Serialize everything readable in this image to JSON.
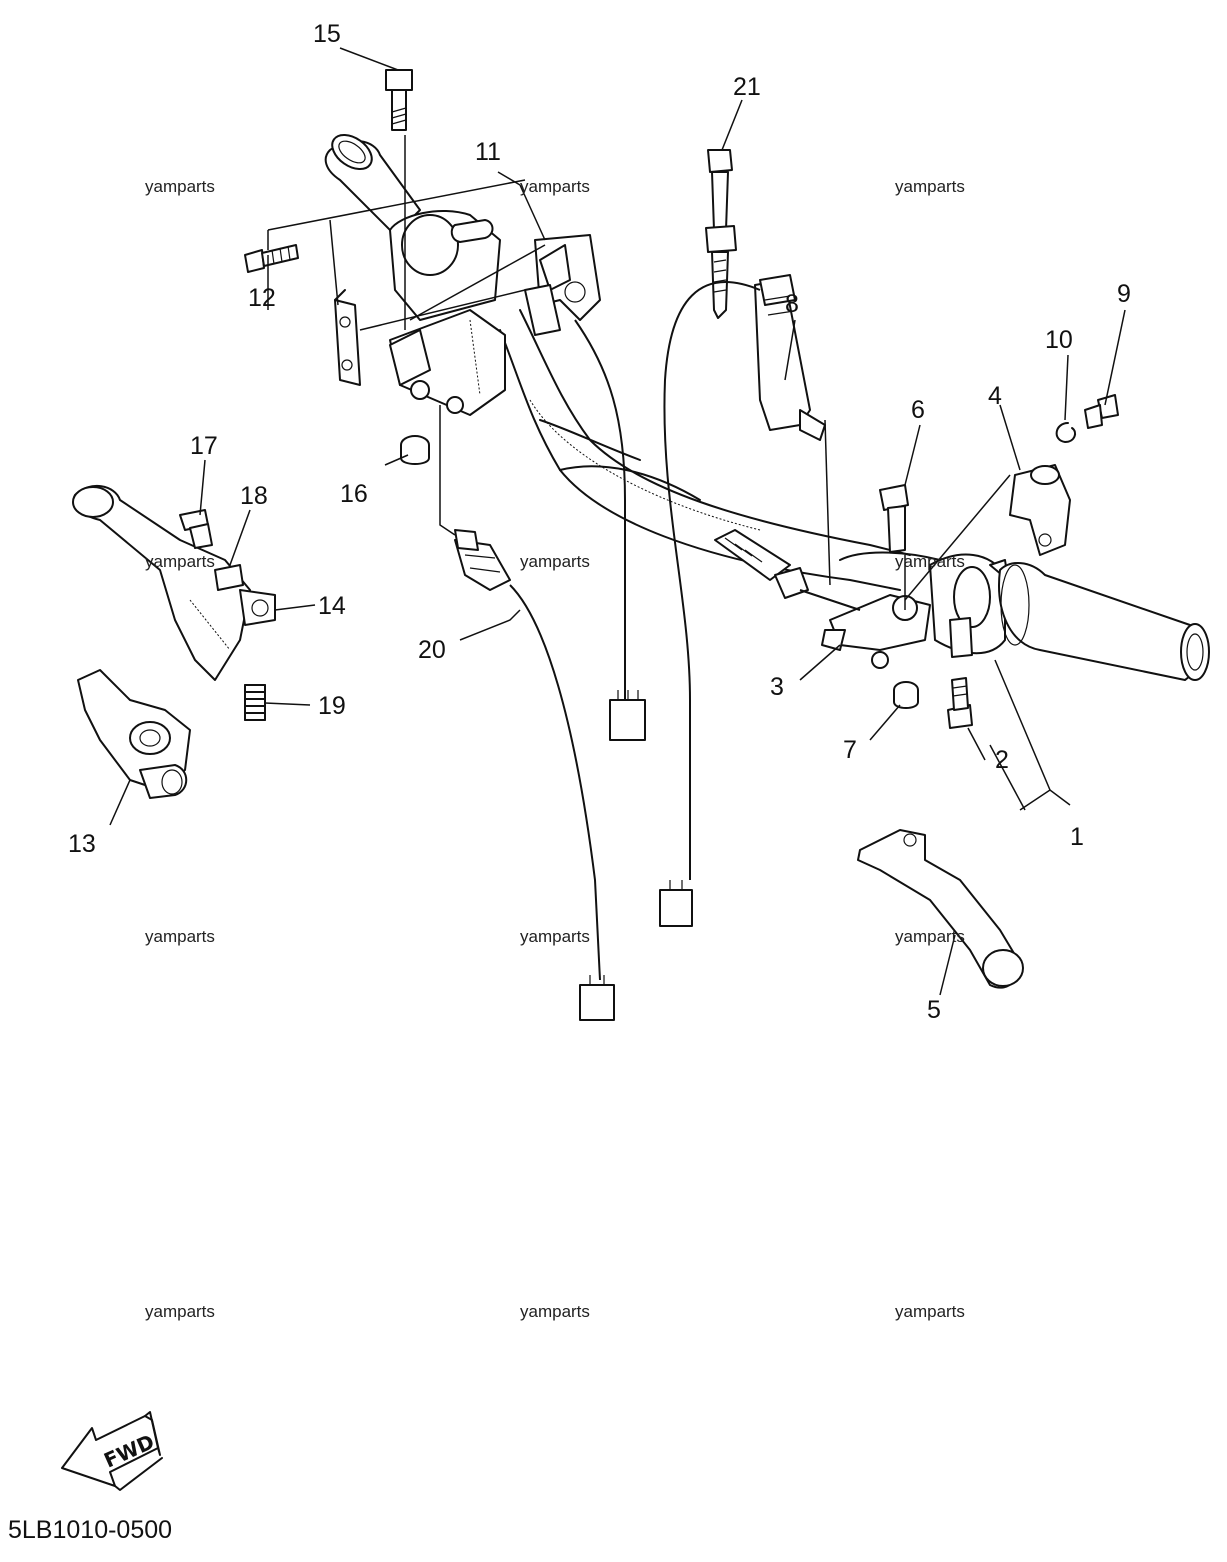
{
  "diagram": {
    "callouts": [
      {
        "id": "1",
        "label": "1"
      },
      {
        "id": "2",
        "label": "2"
      },
      {
        "id": "3",
        "label": "3"
      },
      {
        "id": "4",
        "label": "4"
      },
      {
        "id": "5",
        "label": "5"
      },
      {
        "id": "6",
        "label": "6"
      },
      {
        "id": "7",
        "label": "7"
      },
      {
        "id": "8",
        "label": "8"
      },
      {
        "id": "9",
        "label": "9"
      },
      {
        "id": "10",
        "label": "10"
      },
      {
        "id": "11",
        "label": "11"
      },
      {
        "id": "12",
        "label": "12"
      },
      {
        "id": "13",
        "label": "13"
      },
      {
        "id": "14",
        "label": "14"
      },
      {
        "id": "15",
        "label": "15"
      },
      {
        "id": "16",
        "label": "16"
      },
      {
        "id": "17",
        "label": "17"
      },
      {
        "id": "18",
        "label": "18"
      },
      {
        "id": "19",
        "label": "19"
      },
      {
        "id": "20",
        "label": "20"
      },
      {
        "id": "21",
        "label": "21"
      }
    ],
    "watermark": "yamparts",
    "direction_label": "FWD",
    "diagram_code": "5LB1010-0500"
  }
}
